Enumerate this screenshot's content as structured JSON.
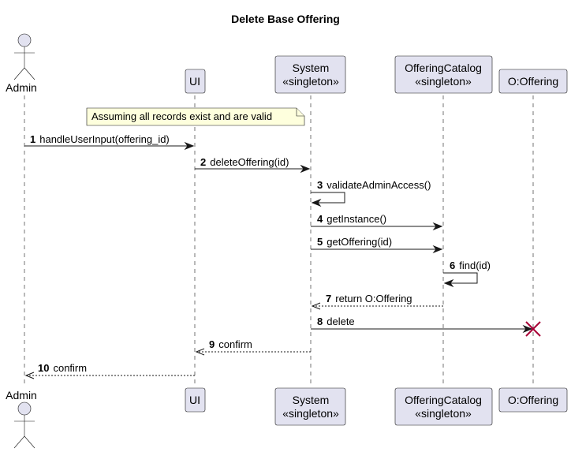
{
  "diagram": {
    "title": "Delete Base Offering",
    "participants": [
      {
        "id": "admin",
        "kind": "actor",
        "label": "Admin"
      },
      {
        "id": "ui",
        "kind": "box",
        "lines": [
          "UI"
        ]
      },
      {
        "id": "system",
        "kind": "box",
        "lines": [
          "System",
          "«singleton»"
        ]
      },
      {
        "id": "catalog",
        "kind": "box",
        "lines": [
          "OfferingCatalog",
          "«singleton»"
        ]
      },
      {
        "id": "offering",
        "kind": "box",
        "lines": [
          "O:Offering"
        ]
      }
    ],
    "note": {
      "text": "Assuming all records exist and are valid"
    },
    "messages": [
      {
        "num": "1",
        "text": "handleUserInput(offering_id)",
        "from": "admin",
        "to": "ui",
        "style": "solid"
      },
      {
        "num": "2",
        "text": "deleteOffering(id)",
        "from": "ui",
        "to": "system",
        "style": "solid"
      },
      {
        "num": "3",
        "text": "validateAdminAccess()",
        "from": "system",
        "to": "system",
        "style": "self"
      },
      {
        "num": "4",
        "text": "getInstance()",
        "from": "system",
        "to": "catalog",
        "style": "solid"
      },
      {
        "num": "5",
        "text": "getOffering(id)",
        "from": "system",
        "to": "catalog",
        "style": "solid"
      },
      {
        "num": "6",
        "text": "find(id)",
        "from": "catalog",
        "to": "catalog",
        "style": "self"
      },
      {
        "num": "7",
        "text": "return O:Offering",
        "from": "catalog",
        "to": "system",
        "style": "dashed"
      },
      {
        "num": "8",
        "text": "delete",
        "from": "system",
        "to": "offering",
        "style": "destroy"
      },
      {
        "num": "9",
        "text": "confirm",
        "from": "system",
        "to": "ui",
        "style": "dashed"
      },
      {
        "num": "10",
        "text": "confirm",
        "from": "ui",
        "to": "admin",
        "style": "dashed"
      }
    ]
  }
}
